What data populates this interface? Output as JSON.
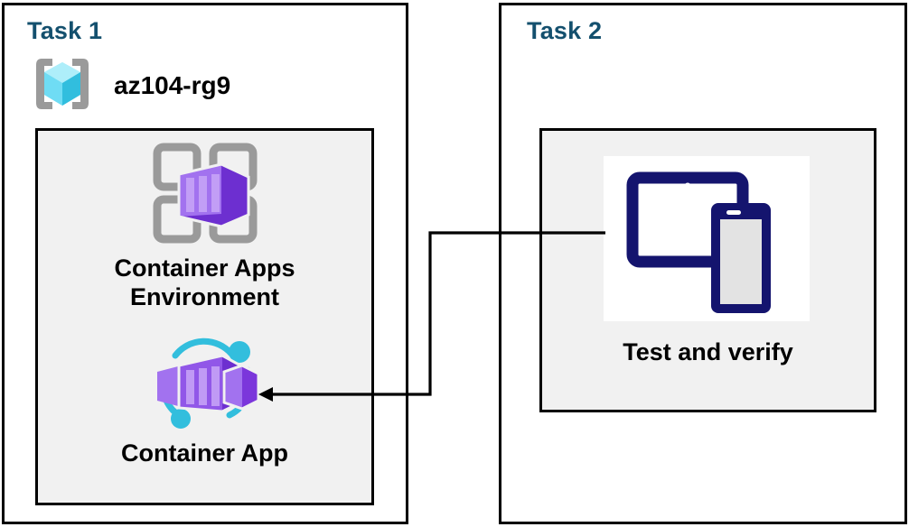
{
  "diagram": {
    "title": "Azure Container Apps lab diagram",
    "background": "#ffffff",
    "colors": {
      "task_title": "#14506E",
      "panel_border": "#000000",
      "inner_panel_fill": "#f1f1f1",
      "label_text": "#000000",
      "connector": "#000000",
      "rg_bracket": "#9a9a9a",
      "rg_cube_light": "#9ce6f7",
      "rg_cube_mid": "#50d7f2",
      "rg_cube_dark": "#31bede",
      "env_grid": "#9a9a9a",
      "container_purple_light": "#b07cf0",
      "container_purple_mid": "#9157e8",
      "container_purple_dark": "#6d2fd0",
      "ring_cyan": "#32bedd",
      "device_navy": "#14146e",
      "device_screen_grey": "#e3e3e3"
    }
  },
  "tasks": [
    {
      "id": "task1",
      "title": "Task 1",
      "resource_group": {
        "icon": "resource-group-icon",
        "label": "az104-rg9"
      },
      "nodes": [
        {
          "id": "container-apps-environment",
          "icon": "container-apps-environment-icon",
          "label": "Container Apps\nEnvironment"
        },
        {
          "id": "container-app",
          "icon": "container-app-icon",
          "label": "Container App"
        }
      ]
    },
    {
      "id": "task2",
      "title": "Task 2",
      "nodes": [
        {
          "id": "test-and-verify",
          "icon": "test-devices-icon",
          "label": "Test and verify"
        }
      ]
    }
  ],
  "connector": {
    "id": "test-to-container-app",
    "from": "test-and-verify",
    "to": "container-app",
    "arrow_direction": "left",
    "style": "orthogonal"
  }
}
